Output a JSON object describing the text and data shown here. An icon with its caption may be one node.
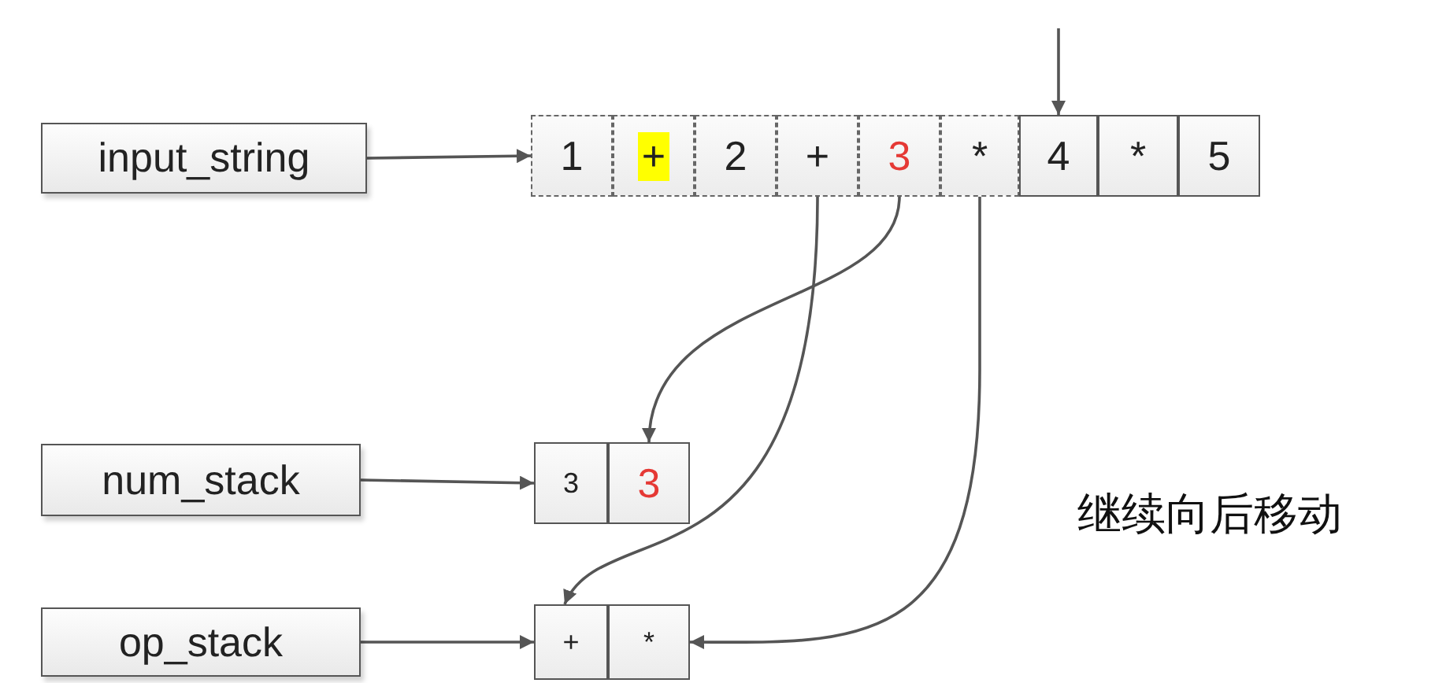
{
  "diagram": {
    "nodes": [
      {
        "text": [
          "input_string"
        ]
      },
      {
        "text": [
          "1"
        ]
      },
      {
        "text": [
          "+"
        ]
      },
      {
        "text": [
          "2"
        ]
      },
      {
        "text": [
          "+"
        ]
      },
      {
        "text": [
          "3"
        ]
      },
      {
        "text": [
          "*"
        ]
      },
      {
        "text": [
          "4"
        ]
      },
      {
        "text": [
          "*"
        ]
      },
      {
        "text": [
          "5"
        ]
      },
      {
        "text": [
          "num_stack"
        ]
      },
      {
        "text": [
          "3"
        ]
      },
      {
        "text": [
          "3"
        ]
      },
      {
        "text": [
          "op_stack"
        ]
      },
      {
        "text": [
          "+"
        ]
      },
      {
        "text": [
          "*"
        ]
      }
    ],
    "edges": [
      {
        "from": 0,
        "to": 1,
        "arrow": "to"
      },
      {
        "from": null,
        "to": 7,
        "arrow": "to"
      },
      {
        "from": 5,
        "to": 12,
        "arrow": "to"
      },
      {
        "from": 4,
        "to": 14,
        "arrow": "to"
      },
      {
        "from": 6,
        "to": 15,
        "arrow": "to"
      },
      {
        "from": 10,
        "to": 11,
        "arrow": "to"
      },
      {
        "from": 13,
        "to": 14,
        "arrow": "to"
      }
    ],
    "labels": [
      "继续向后移动"
    ]
  }
}
